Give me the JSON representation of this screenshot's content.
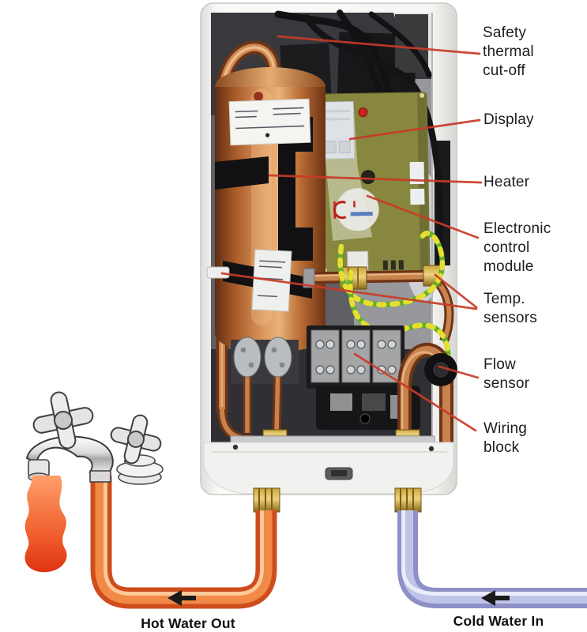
{
  "page": {
    "type": "annotated cutaway diagram",
    "subject": "Electric tankless water heater internal components",
    "background": "#ffffff"
  },
  "callouts": [
    {
      "id": "safety-thermal-cut-off",
      "lines": [
        "Safety",
        "thermal",
        "cut-off"
      ]
    },
    {
      "id": "display",
      "lines": [
        "Display"
      ]
    },
    {
      "id": "heater",
      "lines": [
        "Heater"
      ]
    },
    {
      "id": "electronic-control-module",
      "lines": [
        "Electronic",
        "control",
        "module"
      ]
    },
    {
      "id": "temp-sensors",
      "lines": [
        "Temp.",
        "sensors"
      ]
    },
    {
      "id": "flow-sensor",
      "lines": [
        "Flow",
        "sensor"
      ]
    },
    {
      "id": "wiring-block",
      "lines": [
        "Wiring",
        "block"
      ]
    }
  ],
  "pipes": {
    "hot": {
      "label": "Hot Water Out",
      "color": "#e8632c",
      "flow_direction": "left"
    },
    "cold": {
      "label": "Cold Water In",
      "color": "#a9aede",
      "flow_direction": "left"
    }
  },
  "icons": {
    "hot_flow_arrow": "left-arrow",
    "cold_flow_arrow": "left-arrow"
  },
  "colors": {
    "leader_line": "#c93a28",
    "copper": "#c97f4a",
    "pcb_board": "#87873f",
    "brass": "#caa53c",
    "label_text": "#1d1d1d"
  }
}
